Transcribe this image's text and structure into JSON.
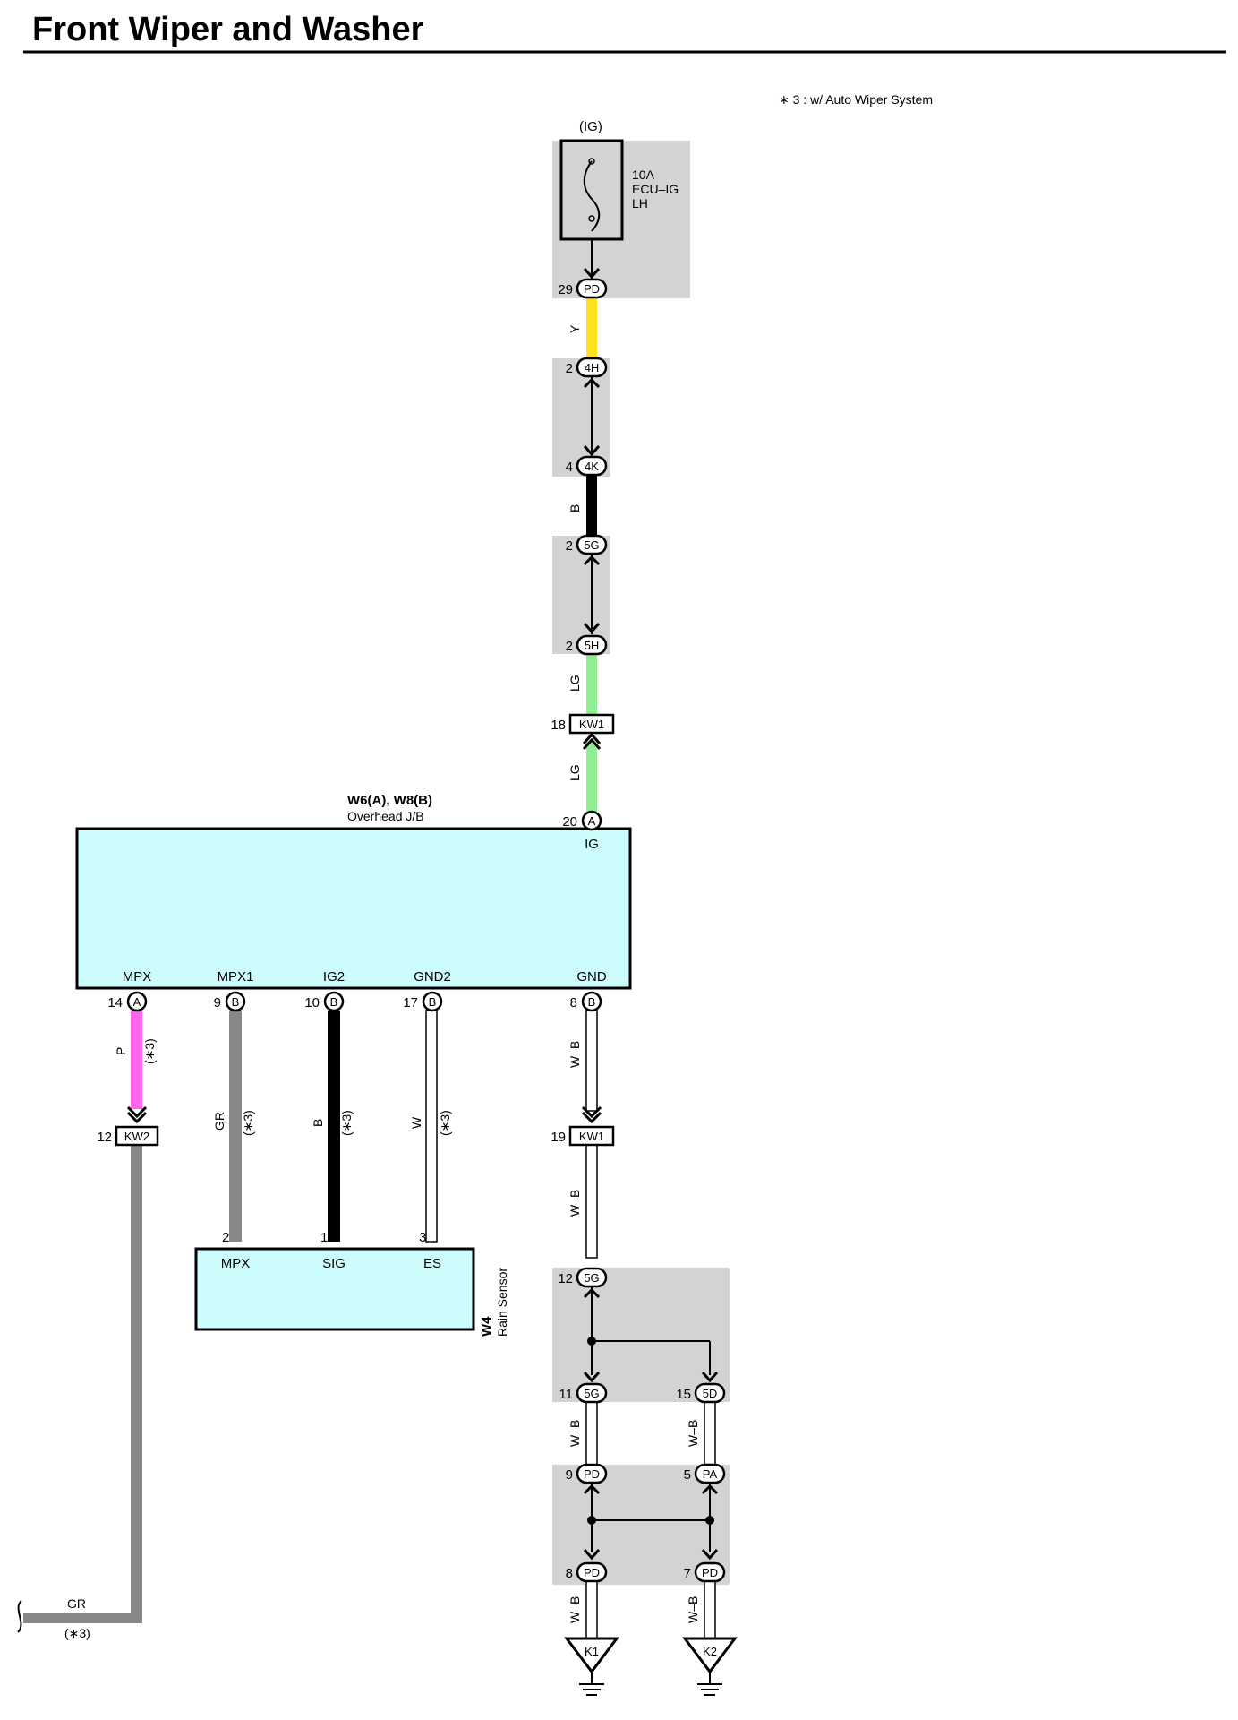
{
  "title": "Front Wiper and Washer",
  "note": "∗ 3 : w/ Auto Wiper System",
  "ig_label": "(IG)",
  "fuse": {
    "amp": "10A",
    "line1": "ECU–IG",
    "line2": "LH"
  },
  "connectors": {
    "pd29": {
      "pin": "29",
      "code": "PD"
    },
    "c4h": {
      "pin": "2",
      "code": "4H"
    },
    "c4k": {
      "pin": "4",
      "code": "4K"
    },
    "c5g_top": {
      "pin": "2",
      "code": "5G"
    },
    "c5h": {
      "pin": "2",
      "code": "5H"
    },
    "kw1_top": {
      "pin": "18",
      "code": "KW1"
    },
    "a20": {
      "pin": "20",
      "code": "A"
    },
    "a14": {
      "pin": "14",
      "code": "A"
    },
    "b9": {
      "pin": "9",
      "code": "B"
    },
    "b10": {
      "pin": "10",
      "code": "B"
    },
    "b17": {
      "pin": "17",
      "code": "B"
    },
    "b8": {
      "pin": "8",
      "code": "B"
    },
    "kw2": {
      "pin": "12",
      "code": "KW2"
    },
    "kw1_bot": {
      "pin": "19",
      "code": "KW1"
    },
    "g12": {
      "pin": "12",
      "code": "5G"
    },
    "g11": {
      "pin": "11",
      "code": "5G"
    },
    "d15": {
      "pin": "15",
      "code": "5D"
    },
    "pd9": {
      "pin": "9",
      "code": "PD"
    },
    "pa5": {
      "pin": "5",
      "code": "PA"
    },
    "pd8": {
      "pin": "8",
      "code": "PD"
    },
    "pd7": {
      "pin": "7",
      "code": "PD"
    }
  },
  "wires": {
    "y": "Y",
    "b": "B",
    "lg1": "LG",
    "lg2": "LG",
    "p": "P",
    "gr": "GR",
    "b2": "B",
    "w": "W",
    "wb1": "W–B",
    "wb2": "W–B",
    "wb3": "W–B",
    "wb4": "W–B",
    "wb5": "W–B",
    "wb6": "W–B",
    "gr_bottom": "GR",
    "star3": "(∗3)"
  },
  "jb": {
    "name": "W6(A), W8(B)",
    "subtitle": "Overhead J/B",
    "ig": "IG",
    "mpx": "MPX",
    "mpx1": "MPX1",
    "ig2": "IG2",
    "gnd2": "GND2",
    "gnd": "GND"
  },
  "rain": {
    "id": "W4",
    "name": "Rain Sensor",
    "pin_mpx": "2",
    "pin_sig": "1",
    "pin_es": "3",
    "mpx": "MPX",
    "sig": "SIG",
    "es": "ES"
  },
  "grounds": {
    "k1": "K1",
    "k2": "K2"
  },
  "colors": {
    "yellow": "#ffe020",
    "black": "#000000",
    "lightgreen": "#90ee90",
    "pink": "#ff66ee",
    "gray": "#888888",
    "white": "#ffffff",
    "cyan": "#ccfcfc",
    "shade": "#d3d3d3"
  }
}
